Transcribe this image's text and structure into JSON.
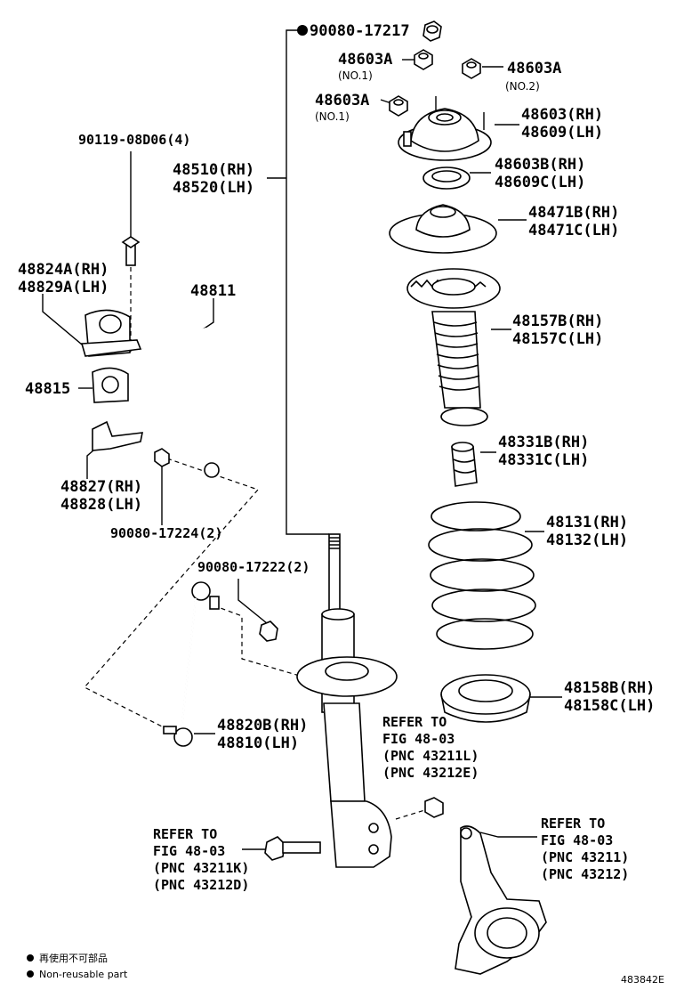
{
  "labels": {
    "nut_top": "90080-17217",
    "nut_a1": "48603A",
    "nut_a1_no": "(NO.1)",
    "nut_a2": "48603A",
    "nut_a2_no": "(NO.2)",
    "nut_a3": "48603A",
    "nut_a3_no": "(NO.1)",
    "support_rh": "48603(RH)",
    "support_lh": "48609(LH)",
    "bearing_rh": "48603B(RH)",
    "bearing_lh": "48609C(LH)",
    "seat_rh": "48471B(RH)",
    "seat_lh": "48471C(LH)",
    "strut_rh": "48510(RH)",
    "strut_lh": "48520(LH)",
    "bolt_sb": "90119-08D06(4)",
    "boot_rh": "48157B(RH)",
    "boot_lh": "48157C(LH)",
    "bracket_rh": "48824A(RH)",
    "bracket_lh": "48829A(LH)",
    "stabilizer_bar": "48811",
    "bushing": "48815",
    "bumper_rh": "48331B(RH)",
    "bumper_lh": "48331C(LH)",
    "clamp_rh": "48827(RH)",
    "clamp_lh": "48828(LH)",
    "nut_stab": "90080-17224(2)",
    "spring_rh": "48131(RH)",
    "spring_lh": "48132(LH)",
    "nut_link": "90080-17222(2)",
    "insulator_rh": "48158B(RH)",
    "insulator_lh": "48158C(LH)",
    "link_rh": "48820B(RH)",
    "link_lh": "48810(LH)",
    "ref1_l1": "REFER TO",
    "ref1_l2": "FIG 48-03",
    "ref1_l3": "(PNC 43211L)",
    "ref1_l4": "(PNC 43212E)",
    "ref2_l1": "REFER TO",
    "ref2_l2": "FIG 48-03",
    "ref2_l3": "(PNC 43211K)",
    "ref2_l4": "(PNC 43212D)",
    "ref3_l1": "REFER TO",
    "ref3_l2": "FIG 48-03",
    "ref3_l3": "(PNC 43211)",
    "ref3_l4": "(PNC 43212)"
  },
  "legend": {
    "jp": "再使用不可部品",
    "en": "Non-reusable part"
  },
  "figure_id": "483842E"
}
